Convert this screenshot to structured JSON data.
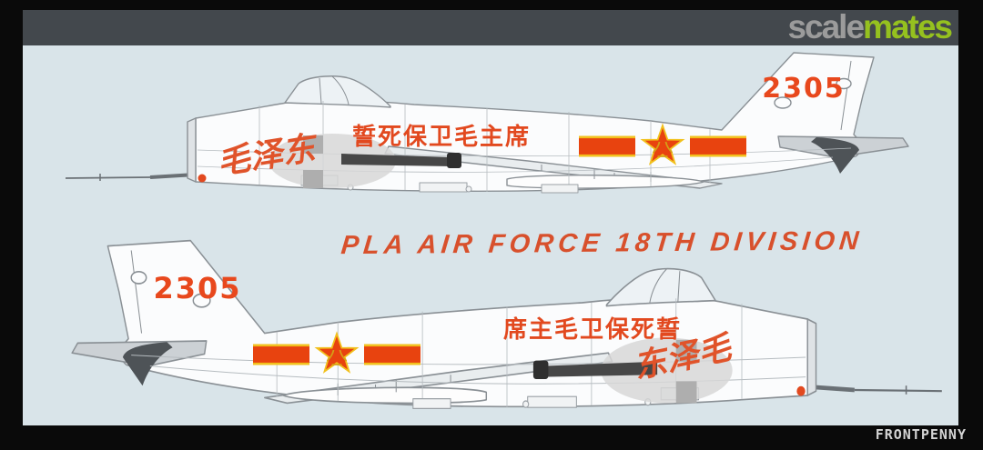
{
  "watermark": {
    "text_gray": "scale",
    "text_green": "mates"
  },
  "artwork": {
    "title": "PLA AIR FORCE 18TH DIVISION",
    "aircraft_top": {
      "facing": "left",
      "tail_number": "2305",
      "fuselage_slogan": "誓死保卫毛主席",
      "nose_calligraphy": "毛泽东",
      "insignia": "pla-august1-star-and-bars-icon"
    },
    "aircraft_bottom": {
      "facing": "right",
      "tail_number": "2305",
      "fuselage_slogan": "席主毛卫保死誓",
      "nose_calligraphy": "东泽毛",
      "insignia": "pla-august1-star-and-bars-icon"
    }
  },
  "credit": "FRONTPENNY",
  "colors": {
    "frame": "#0A0A0A",
    "header_bar": "#43484D",
    "canvas_background": "#D9E4E9",
    "accent_red": "#E2491F",
    "insignia_gold": "#F2C11D",
    "logo_green": "#95C11F",
    "logo_gray": "#9B9B9B",
    "credit_gray": "#D4D4D4",
    "line_art_gray": "#8A9095"
  }
}
